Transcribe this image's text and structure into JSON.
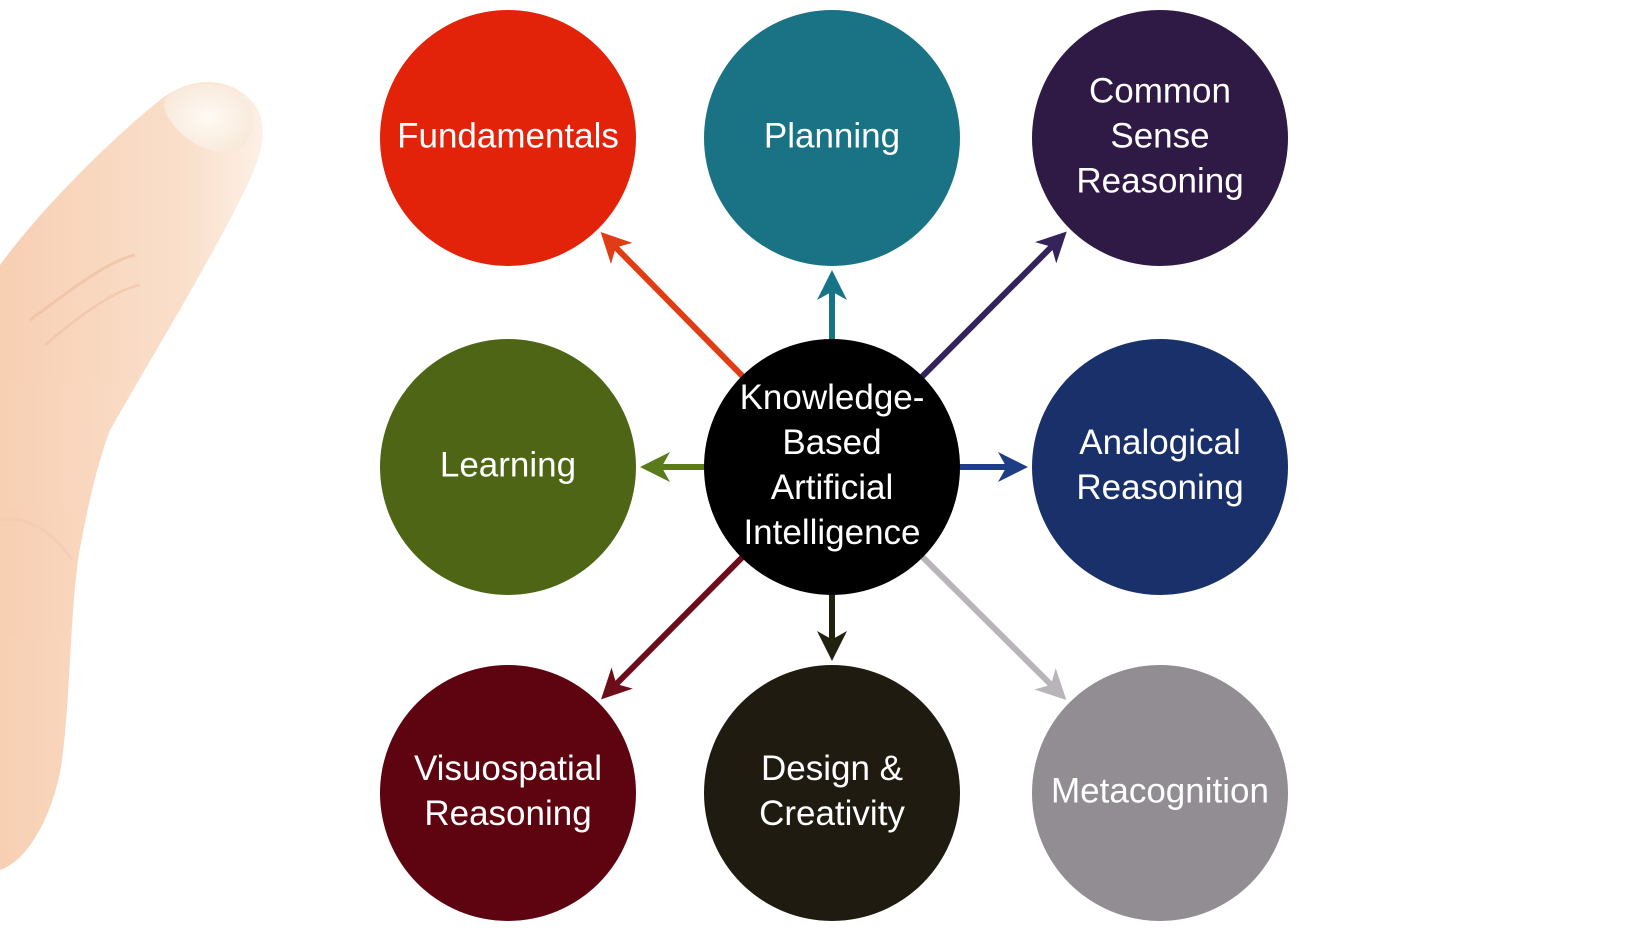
{
  "center": {
    "lines": [
      "Knowledge-",
      "Based",
      "Artificial",
      "Intelligence"
    ],
    "color": "#000000",
    "text_color": "#ffffff"
  },
  "nodes": [
    {
      "id": "fundamentals",
      "lines": [
        "Fundamentals"
      ],
      "color": "#e2230a",
      "text_color": "#fde6a8",
      "arrow_color": "#e03d14"
    },
    {
      "id": "planning",
      "lines": [
        "Planning"
      ],
      "color": "#1a7385",
      "text_color": "#e8f4f4",
      "arrow_color": "#177486"
    },
    {
      "id": "common-sense-reasoning",
      "lines": [
        "Common",
        "Sense",
        "Reasoning"
      ],
      "color": "#2e1a45",
      "text_color": "#f4eefa",
      "arrow_color": "#34235a"
    },
    {
      "id": "learning",
      "lines": [
        "Learning"
      ],
      "color": "#4e6515",
      "text_color": "#f2f8dd",
      "arrow_color": "#5a7a1c"
    },
    {
      "id": "analogical-reasoning",
      "lines": [
        "Analogical",
        "Reasoning"
      ],
      "color": "#19306b",
      "text_color": "#e9eefa",
      "arrow_color": "#1e3d85"
    },
    {
      "id": "visuospatial-reasoning",
      "lines": [
        "Visuospatial",
        "Reasoning"
      ],
      "color": "#5e0410",
      "text_color": "#f7eef0",
      "arrow_color": "#6e0d1a"
    },
    {
      "id": "design-creativity",
      "lines": [
        "Design &",
        "Creativity"
      ],
      "color": "#1f1b10",
      "text_color": "#f7f5ee",
      "arrow_color": "#22200f"
    },
    {
      "id": "metacognition",
      "lines": [
        "Metacognition"
      ],
      "color": "#928d93",
      "text_color": "#ffffff",
      "arrow_color": "#b9b4ba"
    }
  ]
}
